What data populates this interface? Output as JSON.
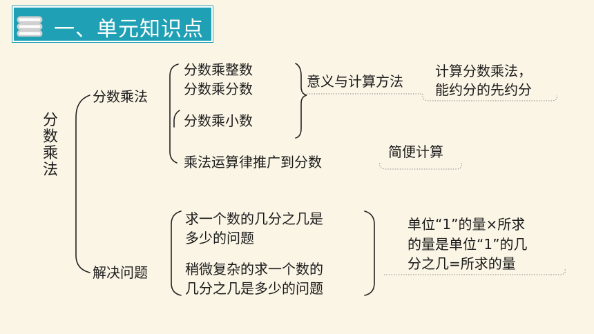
{
  "header": {
    "title": "一、单元知识点"
  },
  "main_title": "分数乘法",
  "branches": {
    "multiplication": {
      "label": "分数乘法",
      "items": [
        "分数乘整数",
        "分数乘分数",
        "分数乘小数"
      ],
      "meaning_label": "意义与计算方法",
      "meaning_note_line1": "计算分数乘法，",
      "meaning_note_line2": "能约分的先约分",
      "law_item": "乘法运算律推广到分数",
      "law_note": "简便计算"
    },
    "problem_solving": {
      "label": "解决问题",
      "item1_line1": "求一个数的几分之几是",
      "item1_line2": "多少的问题",
      "item2_line1": "稍微复杂的求一个数的",
      "item2_line2": "几分之几是多少的问题",
      "note_line1": "单位“1”的量×所求",
      "note_line2": "的量是单位“1”的几",
      "note_line3": "分之几=所求的量"
    }
  }
}
